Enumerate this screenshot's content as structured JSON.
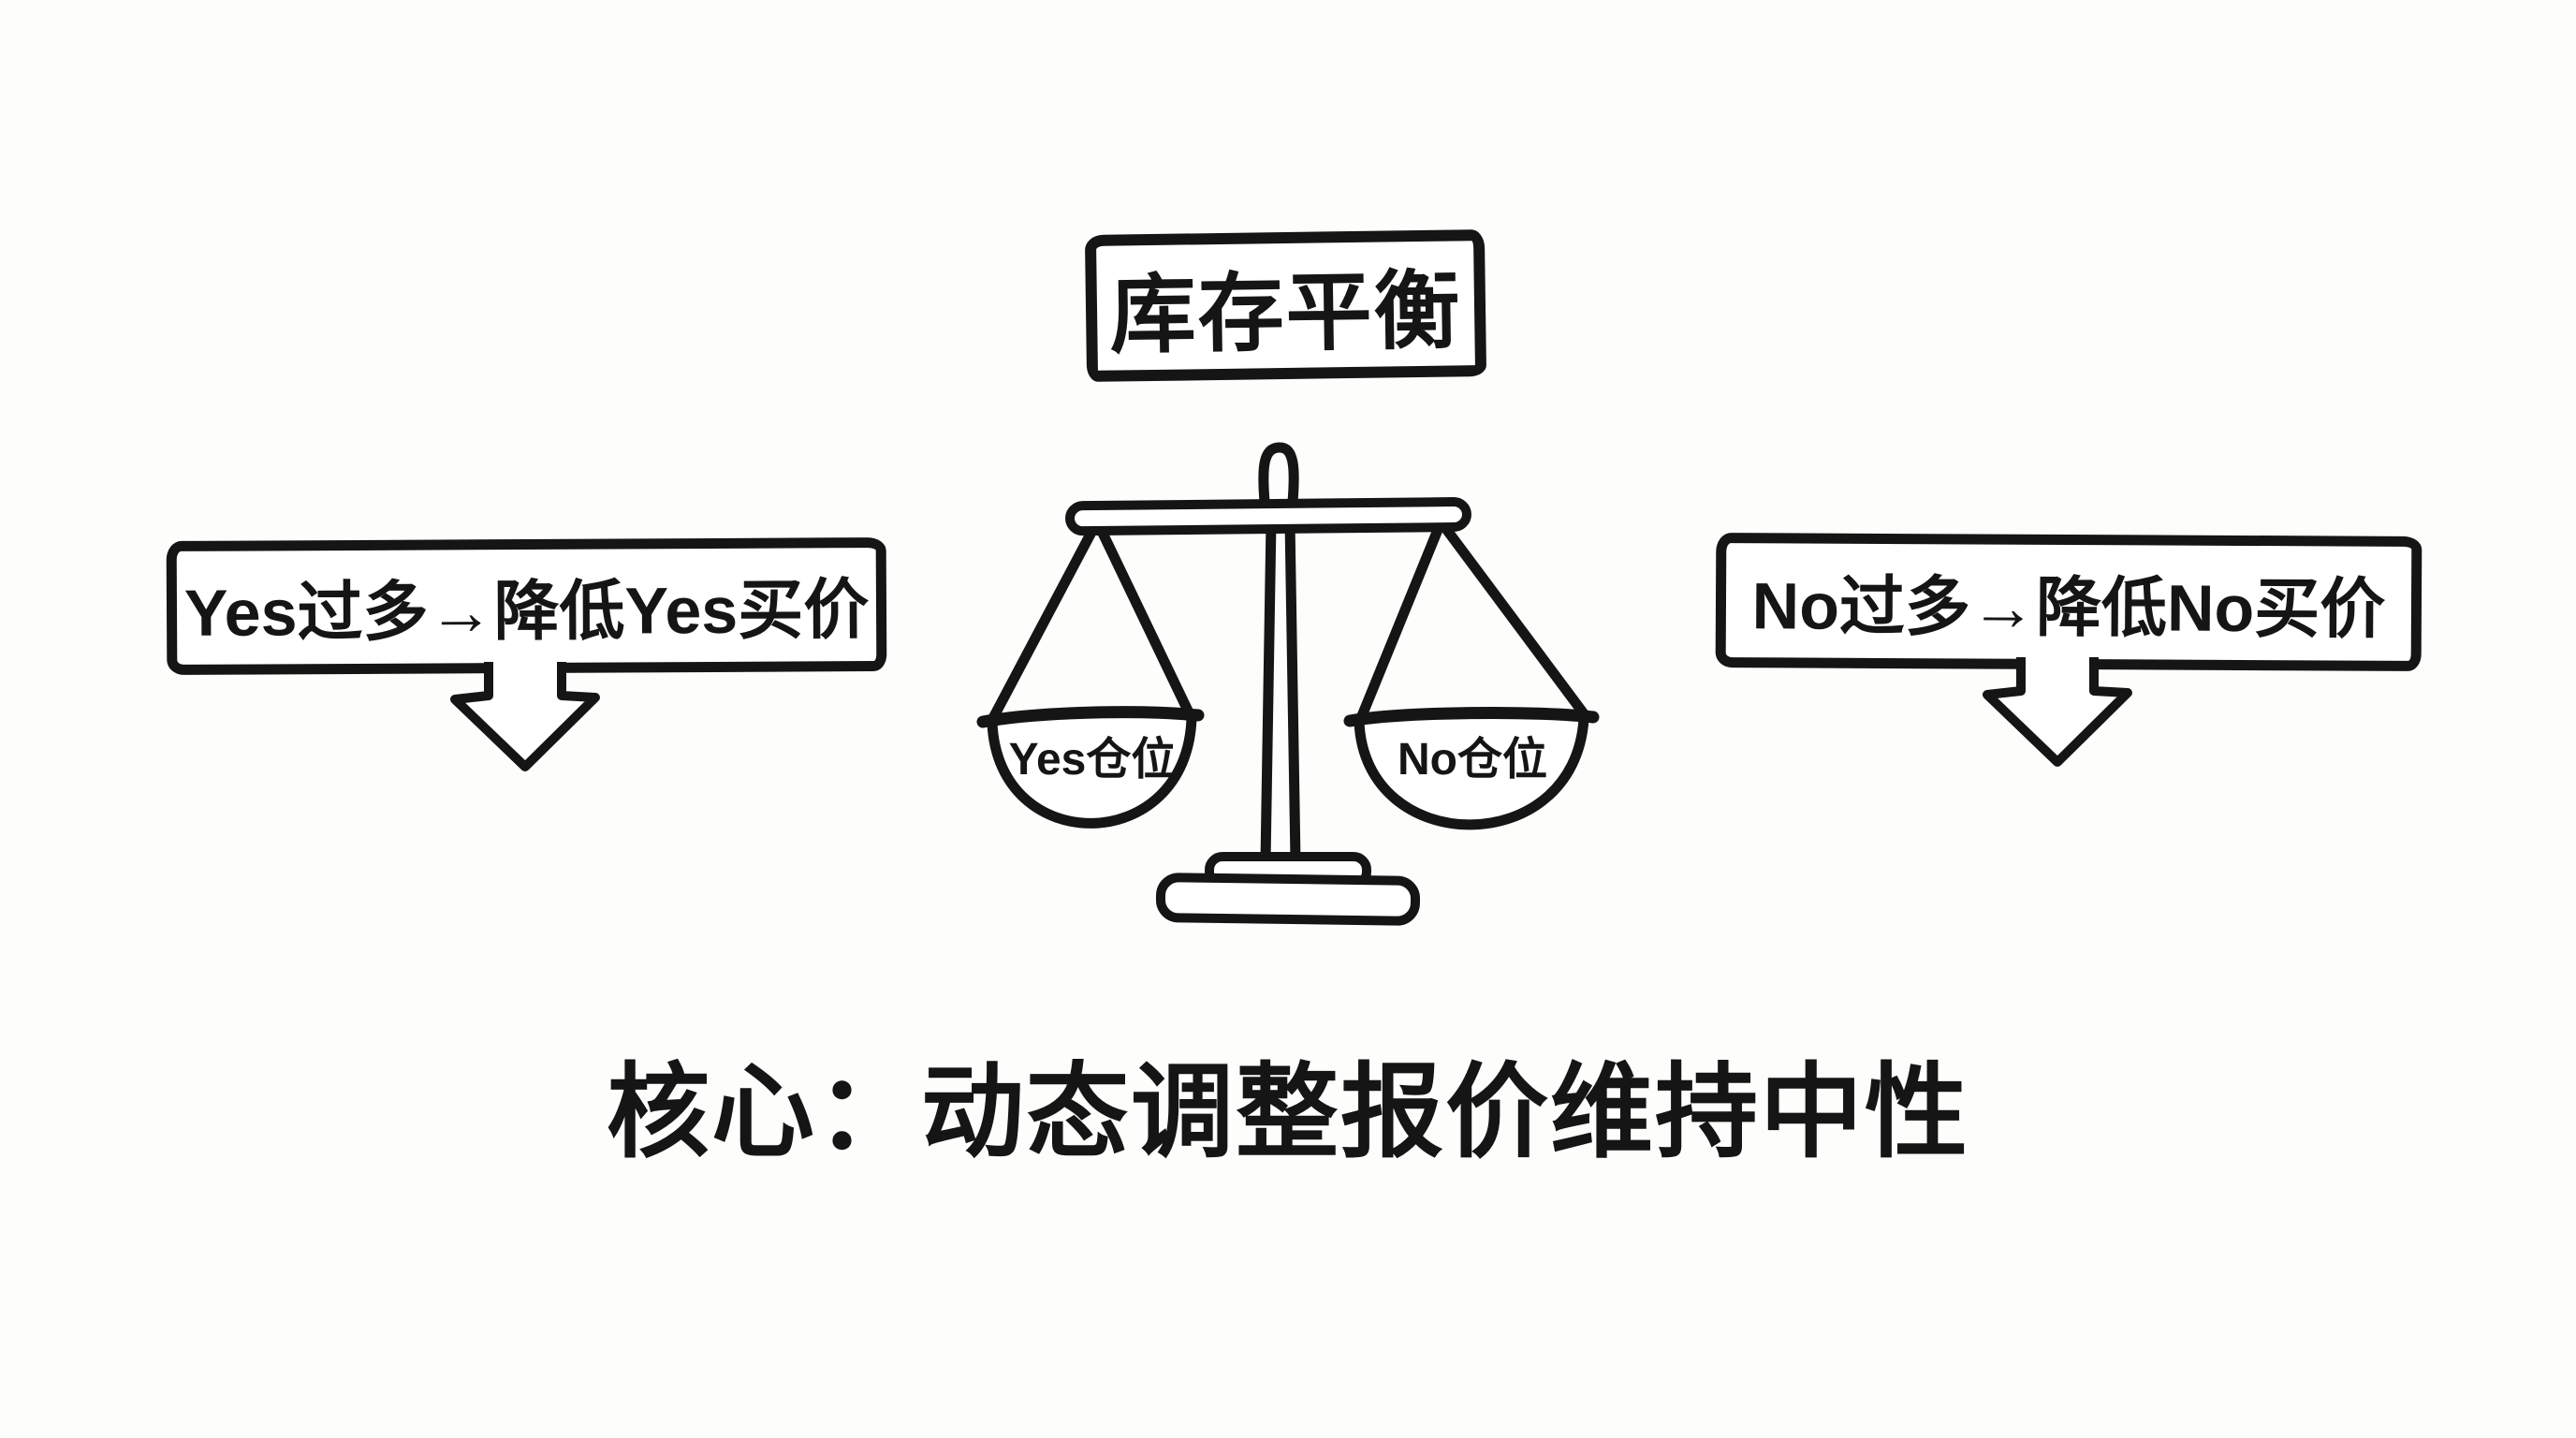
{
  "colors": {
    "background": "#fdfdfb",
    "ink": "#151515",
    "fill": "#ffffff"
  },
  "title": {
    "label": "库存平衡"
  },
  "callouts": {
    "left": {
      "label": "Yes过多→降低Yes买价"
    },
    "right": {
      "label": "No过多→降低No买价"
    }
  },
  "scale": {
    "left_pan_label": "Yes仓位",
    "right_pan_label": "No仓位"
  },
  "core": {
    "label": "核心：动态调整报价维持中性"
  }
}
